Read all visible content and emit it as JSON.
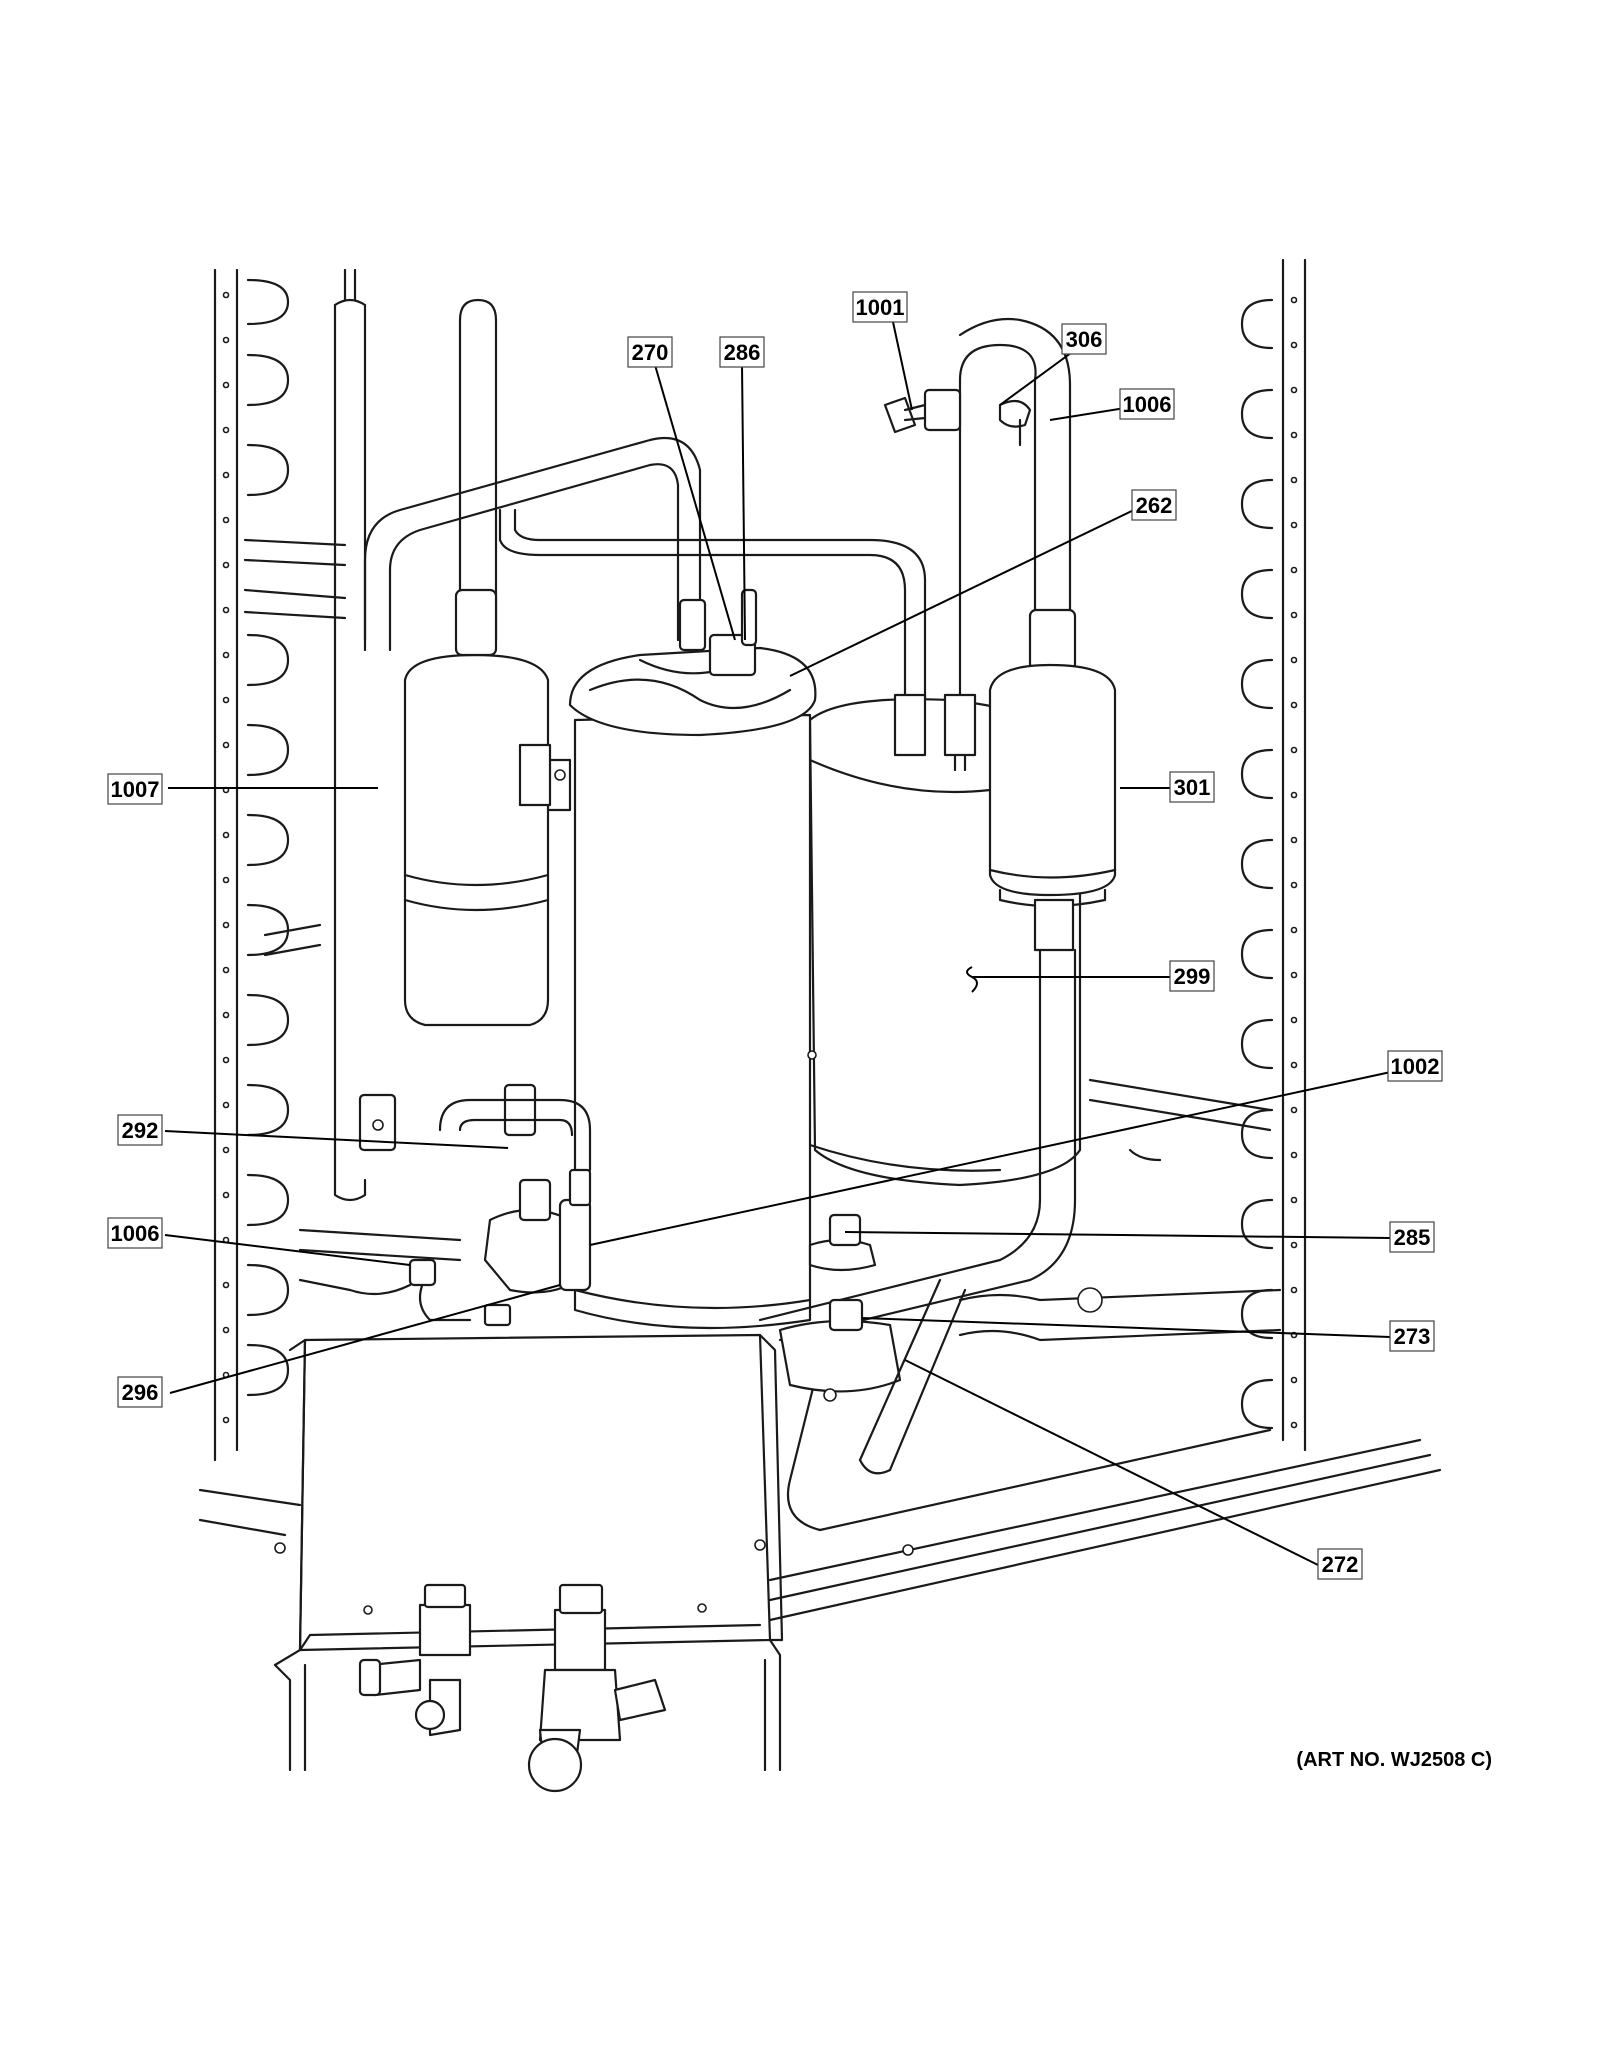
{
  "callouts": [
    {
      "id": "c1001",
      "label": "1001"
    },
    {
      "id": "c270",
      "label": "270"
    },
    {
      "id": "c286",
      "label": "286"
    },
    {
      "id": "c306",
      "label": "306"
    },
    {
      "id": "c1006a",
      "label": "1006"
    },
    {
      "id": "c262",
      "label": "262"
    },
    {
      "id": "c1007",
      "label": "1007"
    },
    {
      "id": "c301",
      "label": "301"
    },
    {
      "id": "c299",
      "label": "299"
    },
    {
      "id": "c1002",
      "label": "1002"
    },
    {
      "id": "c292",
      "label": "292"
    },
    {
      "id": "c1006b",
      "label": "1006"
    },
    {
      "id": "c285",
      "label": "285"
    },
    {
      "id": "c273",
      "label": "273"
    },
    {
      "id": "c296",
      "label": "296"
    },
    {
      "id": "c272",
      "label": "272"
    }
  ],
  "art_number": "(ART NO. WJ2508 C)"
}
